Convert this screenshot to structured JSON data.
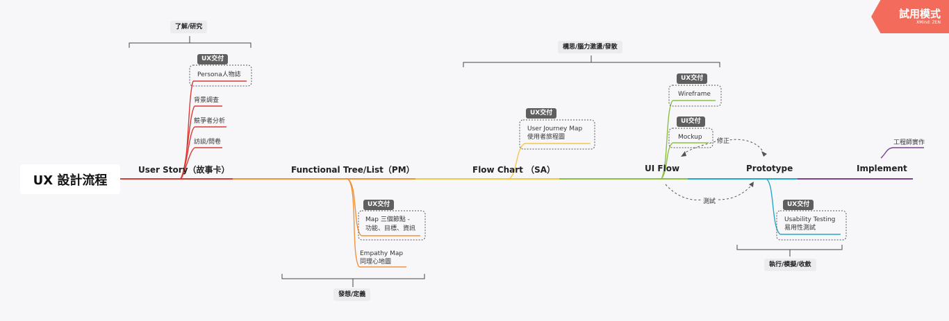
{
  "root": {
    "title": "UX 設計流程"
  },
  "trial_badge": {
    "title": "試用模式",
    "subtitle": "XMind: ZEN",
    "color": "#f26b5b"
  },
  "main_topics": [
    {
      "label": "User Story（故事卡）",
      "color": "#d93a34"
    },
    {
      "label": "Functional Tree/List（PM）",
      "color": "#f0923a"
    },
    {
      "label": "Flow Chart （SA）",
      "color": "#f2c84b"
    },
    {
      "label": "UI Flow",
      "color": "#8bbf3f"
    },
    {
      "label": "Prototype",
      "color": "#24a6c7"
    },
    {
      "label": "Implement",
      "color": "#7b3f8f"
    }
  ],
  "user_story": {
    "tag": "UX交付",
    "deliverable": "Persona人物誌",
    "items": [
      "背景調查",
      "競爭者分析",
      "訪談/問卷"
    ]
  },
  "functional_tree": {
    "tag": "UX交付",
    "deliverable_line1": "Map 三個節點 -",
    "deliverable_line2": "功能、目標、資訊",
    "empathy_line1": "Empathy Map",
    "empathy_line2": "同理心地圖"
  },
  "flow_chart": {
    "tag": "UX交付",
    "deliverable_line1": "User Journey Map",
    "deliverable_line2": "使用者旅程圖"
  },
  "ui_flow": {
    "tag1": "UX交付",
    "wireframe": "Wireframe",
    "tag2": "UI交付",
    "mockup": "Mockup"
  },
  "prototype": {
    "tag": "UX交付",
    "deliverable_line1": "Usability Testing",
    "deliverable_line2": "易用性測試"
  },
  "implement": {
    "item": "工程師實作"
  },
  "annotations": {
    "revise": "修正",
    "test": "測試"
  },
  "groups": {
    "understand": "了解/研究",
    "ideate": "構思/腦力激盪/發散",
    "define": "發想/定義",
    "execute": "執行/模擬/收斂"
  }
}
